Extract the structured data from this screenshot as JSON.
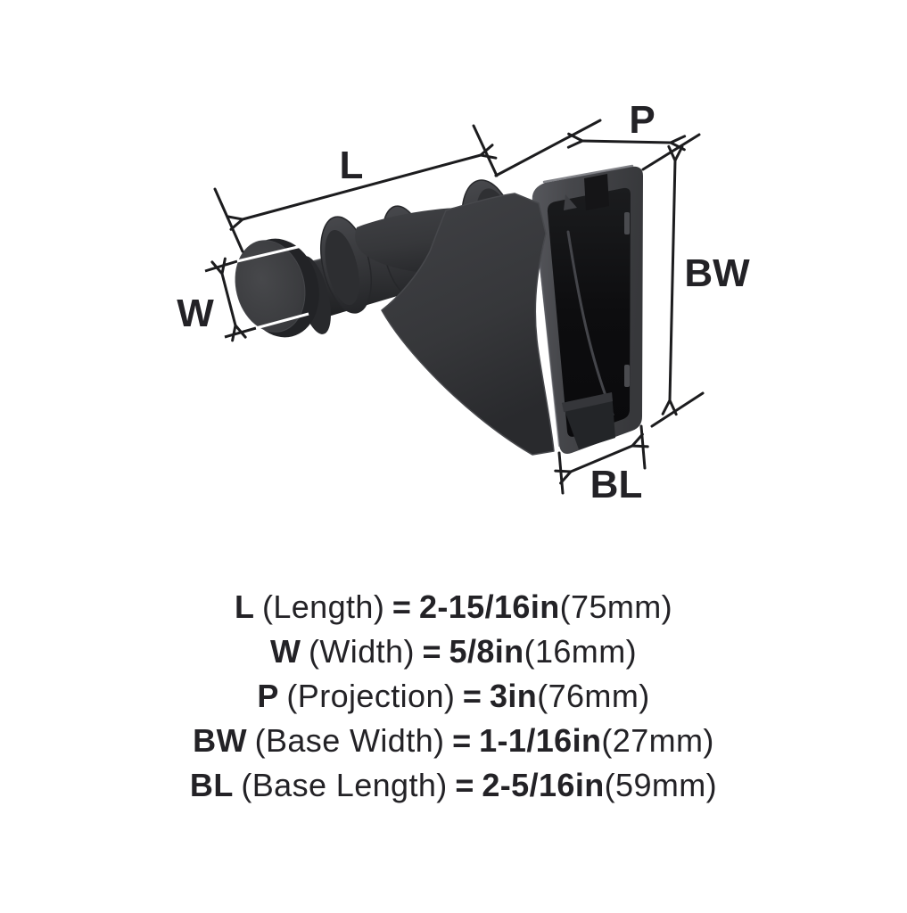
{
  "page": {
    "background": "#ffffff"
  },
  "diagram": {
    "labels": {
      "length": "L",
      "width": "W",
      "projection": "P",
      "base_width": "BW",
      "base_length": "BL"
    },
    "line_color": "#1c1c1e",
    "product_colors": {
      "cavity_dark": "#0b0b0d",
      "body_mid": "#3a3b3e",
      "edge_light": "#55565b"
    }
  },
  "specs": [
    {
      "symbol": "L",
      "name": "(Length)",
      "equals": "=",
      "inches": "2-15/16in",
      "metric": "(75mm)"
    },
    {
      "symbol": "W",
      "name": "(Width)",
      "equals": "=",
      "inches": "5/8in",
      "metric": "(16mm)"
    },
    {
      "symbol": "P",
      "name": "(Projection)",
      "equals": "=",
      "inches": "3in",
      "metric": "(76mm)"
    },
    {
      "symbol": "BW",
      "name": "(Base Width)",
      "equals": "=",
      "inches": "1-1/16in",
      "metric": "(27mm)"
    },
    {
      "symbol": "BL",
      "name": "(Base Length)",
      "equals": "=",
      "inches": "2-5/16in",
      "metric": "(59mm)"
    }
  ]
}
